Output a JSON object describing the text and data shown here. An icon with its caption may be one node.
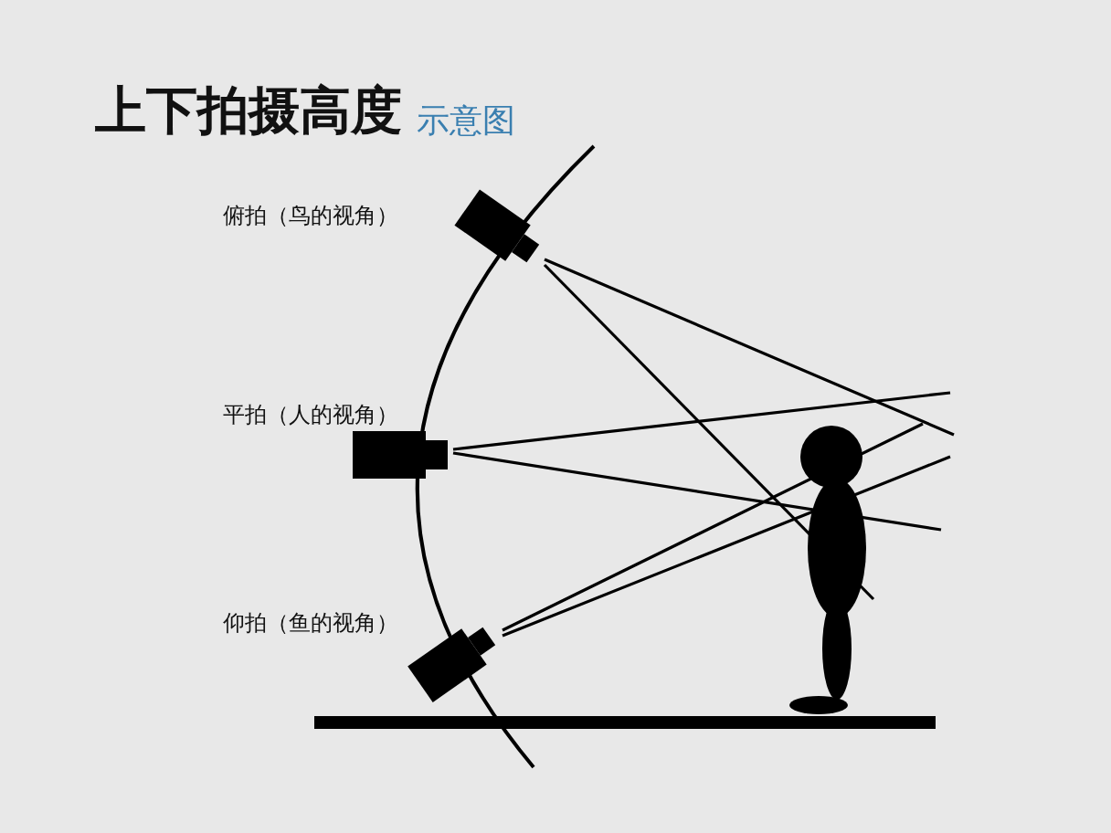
{
  "diagram": {
    "title": "上下拍摄高度",
    "labels": [
      "示意图",
      "俯拍（鸟的视角）",
      "平拍（人的视角）",
      "仰拍（鱼的视角）"
    ]
  }
}
